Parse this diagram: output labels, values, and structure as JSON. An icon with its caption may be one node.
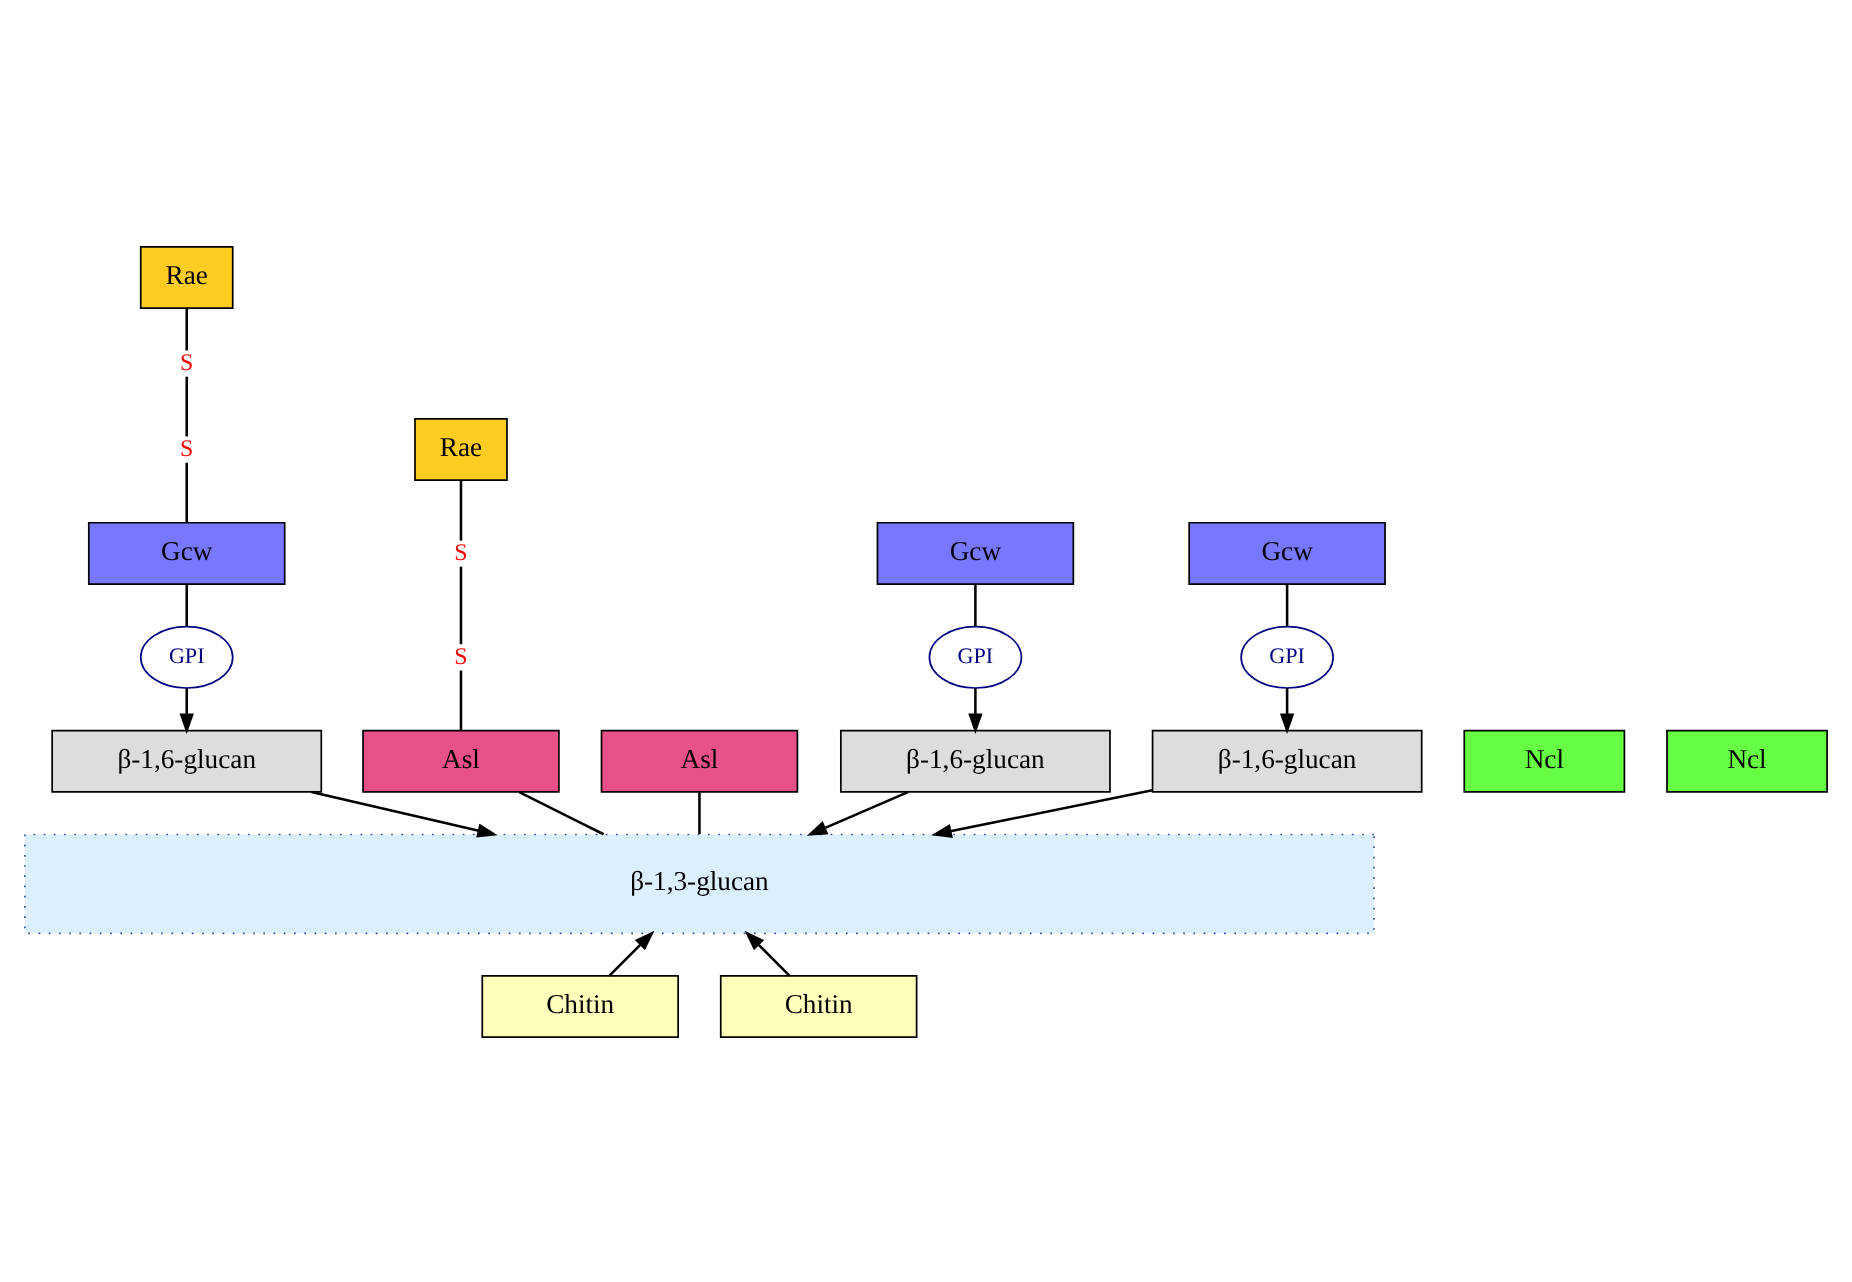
{
  "diagram": {
    "nodes": [
      {
        "text": [
          "Rae"
        ]
      },
      {
        "text": [
          "S"
        ]
      },
      {
        "text": [
          "S"
        ]
      },
      {
        "text": [
          "Gcw"
        ]
      },
      {
        "text": [
          "Rae"
        ]
      },
      {
        "text": [
          "Gcw"
        ]
      },
      {
        "text": [
          "S"
        ]
      },
      {
        "text": [
          "S"
        ]
      },
      {
        "text": [
          "GPI"
        ]
      },
      {
        "text": [
          "GPI"
        ]
      },
      {
        "text": [
          "GPI"
        ]
      },
      {
        "text": [
          "Asl"
        ]
      },
      {
        "text": [
          "Asl"
        ]
      },
      {
        "text": [
          "β-1,6-glucan"
        ]
      },
      {
        "text": [
          "β-1,6-glucan"
        ]
      },
      {
        "text": [
          "β-1,6-glucan"
        ]
      },
      {
        "text": [
          "Ncl"
        ]
      },
      {
        "text": [
          "Ncl"
        ]
      },
      {
        "text": [
          "β-1,3-glucan"
        ]
      },
      {
        "text": [
          "Chitin"
        ]
      },
      {
        "text": [
          "Chitin"
        ]
      },
      {
        "text": [
          "Gcw"
        ]
      }
    ],
    "edges": [
      {
        "from": 3,
        "to": 8,
        "arrow": "none"
      },
      {
        "from": 8,
        "to": 13,
        "arrow": "to"
      },
      {
        "from": 13,
        "to": 18,
        "arrow": "to"
      },
      {
        "from": 4,
        "to": 6,
        "arrow": "none"
      },
      {
        "from": 6,
        "to": 7,
        "arrow": "none"
      },
      {
        "from": 7,
        "to": 11,
        "arrow": "none"
      },
      {
        "from": 11,
        "to": 18,
        "arrow": "none"
      },
      {
        "from": 5,
        "to": 9,
        "arrow": "none"
      },
      {
        "from": 9,
        "to": 14,
        "arrow": "to"
      },
      {
        "from": 14,
        "to": 18,
        "arrow": "to"
      },
      {
        "from": 12,
        "to": 18,
        "arrow": "none"
      },
      {
        "from": 0,
        "to": 1,
        "arrow": "none"
      },
      {
        "from": 1,
        "to": 2,
        "arrow": "none"
      },
      {
        "from": 2,
        "to": 21,
        "arrow": "none"
      },
      {
        "from": 21,
        "to": 10,
        "arrow": "none"
      },
      {
        "from": 10,
        "to": 15,
        "arrow": "to"
      },
      {
        "from": 15,
        "to": 18,
        "arrow": "to"
      },
      {
        "from": 19,
        "to": 18,
        "arrow": "to"
      },
      {
        "from": 20,
        "to": 18,
        "arrow": "to"
      }
    ]
  }
}
